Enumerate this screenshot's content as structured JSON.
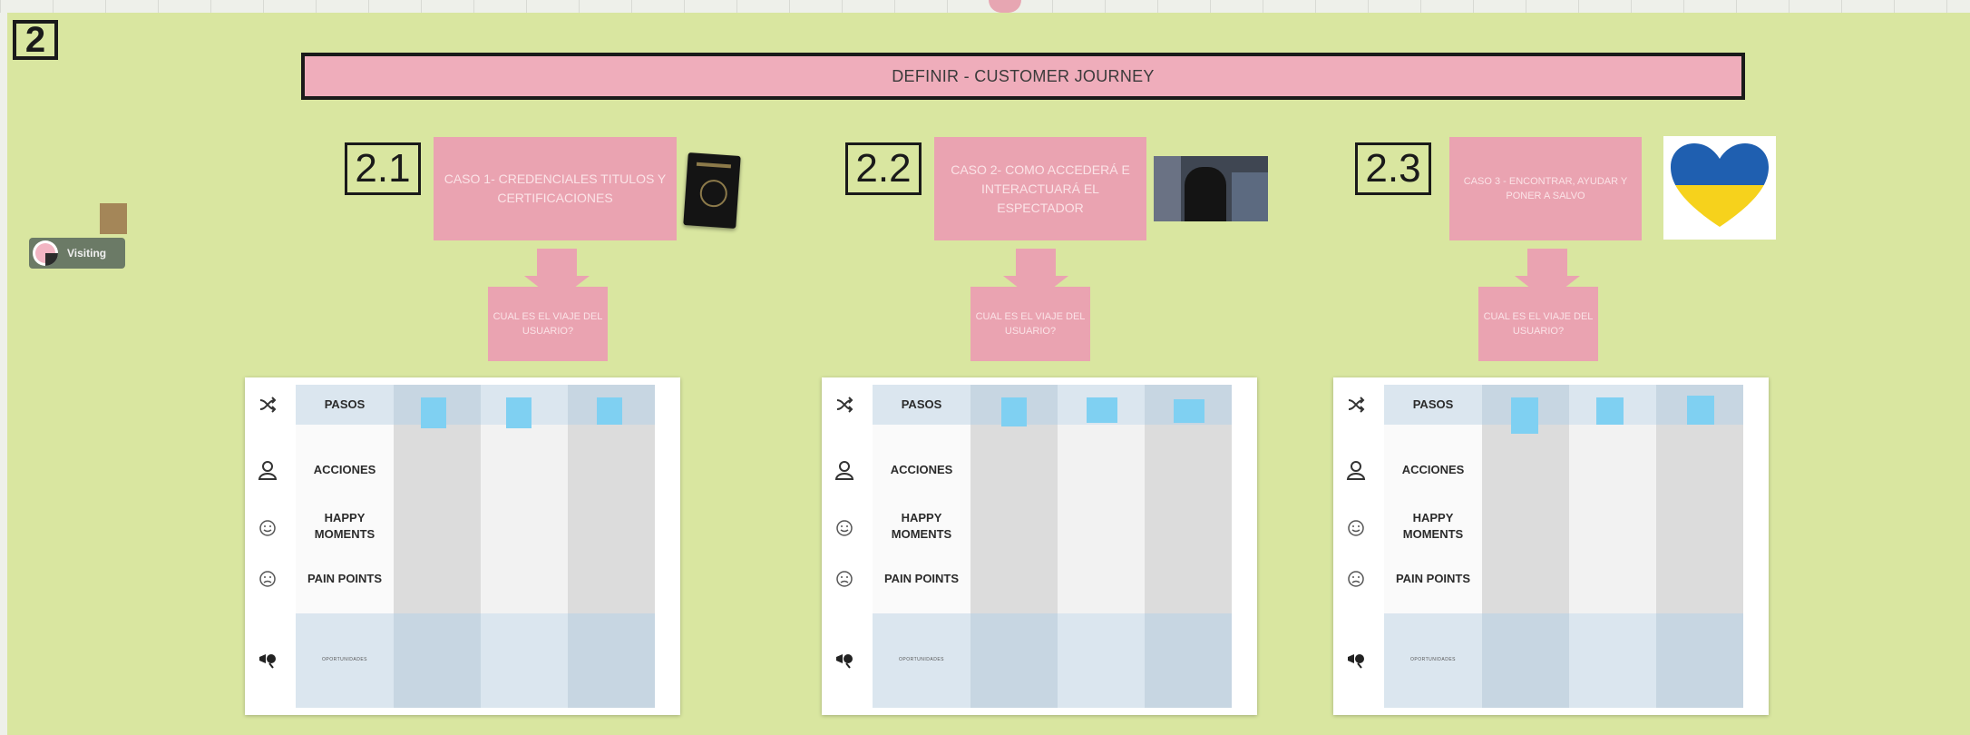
{
  "section_number": "2",
  "header_title": "DEFINIR - CUSTOMER JOURNEY",
  "visiting_label": "Visiting",
  "icons": {
    "pasos": "shuffle-icon",
    "acciones": "user-icon",
    "happy": "smile-icon",
    "pain": "frown-icon",
    "oportunidades": "megaphone-icon"
  },
  "colors": {
    "board": "#d9e6a0",
    "pink": "#eaa3b1",
    "sticky": "#7fd0f2"
  },
  "cases": [
    {
      "number": "2.1",
      "title": "CASO 1- CREDENCIALES TITULOS Y CERTIFICACIONES",
      "question": "CUAL ES EL VIAJE DEL USUARIO?",
      "rows": [
        "PASOS",
        "ACCIONES",
        "HAPPY MOMENTS",
        "PAIN POINTS",
        "OPORTUNIDADES"
      ]
    },
    {
      "number": "2.2",
      "title": "CASO 2- COMO ACCEDERÁ E INTERACTUARÁ EL ESPECTADOR",
      "question": "CUAL ES EL VIAJE DEL USUARIO?",
      "rows": [
        "PASOS",
        "ACCIONES",
        "HAPPY MOMENTS",
        "PAIN POINTS",
        "OPORTUNIDADES"
      ]
    },
    {
      "number": "2.3",
      "title": "CASO 3 - ENCONTRAR, AYUDAR Y PONER A SALVO",
      "question": "CUAL ES EL VIAJE DEL USUARIO?",
      "rows": [
        "PASOS",
        "ACCIONES",
        "HAPPY MOMENTS",
        "PAIN POINTS",
        "OPORTUNIDADES"
      ]
    }
  ]
}
